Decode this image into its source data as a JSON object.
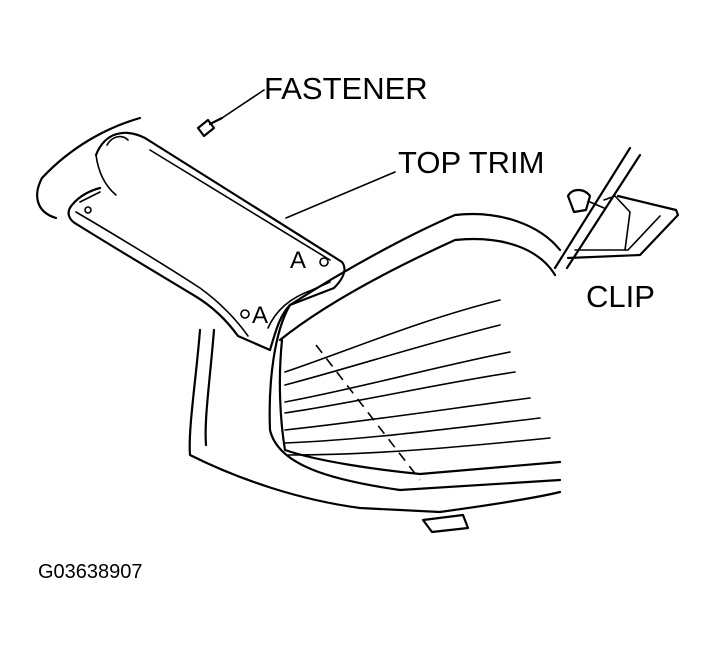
{
  "labels": {
    "fastener": "FASTENER",
    "top_trim": "TOP TRIM",
    "clip": "CLIP",
    "marker_a_1": "A",
    "marker_a_2": "A",
    "figure_code": "G03638907"
  },
  "icons": [
    "fastener-icon",
    "clip-icon"
  ],
  "colors": {
    "line": "#000000",
    "background": "#ffffff"
  }
}
